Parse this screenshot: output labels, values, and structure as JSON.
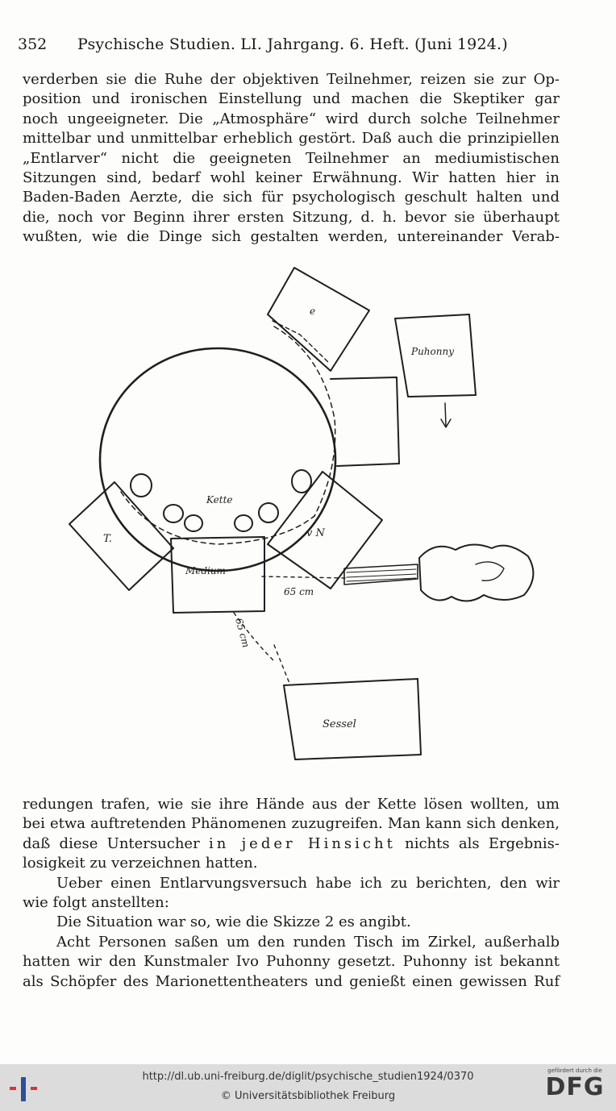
{
  "header": {
    "page_number": "352",
    "title": "Psychische Studien. LI. Jahrgang. 6. Heft. (Juni 1924.)"
  },
  "top_lines": [
    "verderben sie die Ruhe der objektiven Teilnehmer, reizen sie zur Op-",
    "position und ironischen Einstellung und machen die Skeptiker gar",
    "noch ungeeigneter. Die „Atmosphäre“ wird durch solche Teilnehmer",
    "mittelbar und unmittelbar erheblich gestört. Daß auch die prinzipiellen",
    "„Entlarver“ nicht die geeigneten Teilnehmer an mediumistischen",
    "Sitzungen sind, bedarf wohl keiner Erwähnung. Wir hatten hier in",
    "Baden-Baden Aerzte, die sich für psychologisch geschult halten und",
    "die, noch vor Beginn ihrer ersten Sitzung, d. h. bevor sie überhaupt",
    "wußten, wie die Dinge sich gestalten werden, untereinander Verab-"
  ],
  "sketch": {
    "labels": {
      "chair_top": "e",
      "puhonny": "Puhonny",
      "kette": "Kette",
      "left_person": "T.",
      "right_person": "v N",
      "medium": "Medium",
      "distance_1": "65 cm",
      "distance_2": "65 cm",
      "sessel": "Sessel"
    }
  },
  "bottom": {
    "line1": "redungen trafen, wie sie ihre Hände aus der Kette lösen wollten, um",
    "line2": "bei etwa auftretenden Phänomenen zuzugreifen. Man kann sich denken,",
    "line3_a": "daß diese Untersucher ",
    "line3_spaced": "in jeder Hinsicht",
    "line3_b": " nichts als Ergebnis-",
    "line4": "losigkeit zu verzeichnen hatten.",
    "line5": "Ueber einen Entlarvungsversuch habe ich zu berichten, den wir",
    "line6": "wie folgt anstellten:",
    "line7": "Die Situation war so, wie die Skizze 2 es angibt.",
    "line8": "Acht Personen saßen um den runden Tisch im Zirkel, außerhalb",
    "line9": "hatten wir den Kunstmaler Ivo Puhonny gesetzt. Puhonny ist bekannt",
    "line10": "als Schöpfer des Marionettentheaters und genießt einen gewissen Ruf"
  },
  "footer": {
    "url": "http://dl.ub.uni-freiburg.de/diglit/psychische_studien1924/0370",
    "copyright": "© Universitätsbibliothek Freiburg",
    "dfg_small": "gefördert durch die",
    "dfg_logo": "DFG"
  }
}
